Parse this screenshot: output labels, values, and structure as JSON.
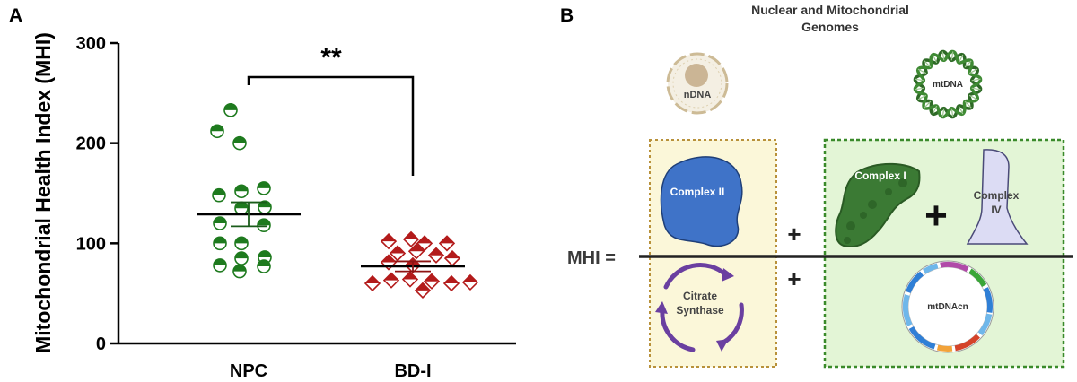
{
  "panel_a": {
    "label": "A",
    "chart_data": {
      "type": "scatter",
      "title": "",
      "xlabel": "",
      "ylabel": "Mitochondrial Health Index (MHI)",
      "ylim": [
        0,
        300
      ],
      "yticks": [
        0,
        100,
        200,
        300
      ],
      "categories": [
        "NPC",
        "BD-I"
      ],
      "significance": "**",
      "colors": {
        "NPC": "#1e7a1e",
        "BD-I": "#b31b1b"
      },
      "series": [
        {
          "group": "NPC",
          "marker": "half-filled-circle",
          "mean": 129,
          "sem": 12,
          "values": [
            233,
            212,
            200,
            155,
            152,
            148,
            136,
            135,
            120,
            118,
            100,
            100,
            86,
            85,
            78,
            77,
            72
          ]
        },
        {
          "group": "BD-I",
          "marker": "half-filled-diamond",
          "mean": 77,
          "sem": 5,
          "values": [
            104,
            102,
            100,
            100,
            92,
            90,
            88,
            85,
            81,
            78,
            64,
            63,
            62,
            61,
            60,
            60,
            53
          ]
        }
      ]
    }
  },
  "panel_b": {
    "label": "B",
    "title_line1": "Nuclear and Mitochondrial",
    "title_line2": "Genomes",
    "ndna": "nDNA",
    "mtdna": "mtDNA",
    "mhi_label": "MHI =",
    "plus": "+",
    "complex2": "Complex II",
    "complex1": "Complex I",
    "complex4_line1": "Complex",
    "complex4_line2": "IV",
    "citrate_line1": "Citrate",
    "citrate_line2": "Synthase",
    "mtdnacn": "mtDNAcn",
    "colors": {
      "nuclear_box": "#fbf7d9",
      "nuclear_border": "#b8913a",
      "mito_box": "#e3f5d6",
      "mito_border": "#3a8a2a",
      "complex2": "#3f73c8",
      "complex1": "#3b7a34",
      "complex4": "#dcdcf4",
      "citrate_arrows": "#6a3fa0",
      "helix": "#2e6a26"
    }
  }
}
